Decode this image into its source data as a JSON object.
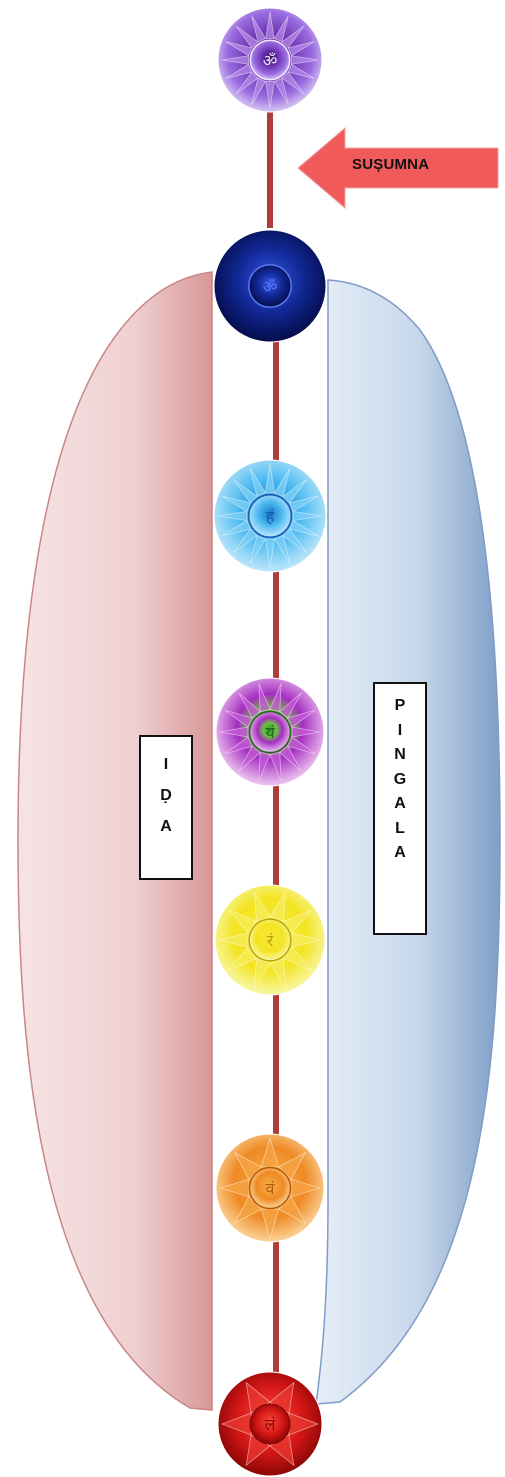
{
  "labels": {
    "susumna": "SUȘUMNA",
    "ida": [
      "I",
      "Ḍ",
      "A"
    ],
    "pingala": [
      "P",
      "I",
      "N",
      "G",
      "A",
      "L",
      "A"
    ]
  },
  "colors": {
    "ida_channel": "#e8b9bb",
    "pingala_channel": "#b6cbe3",
    "spine": "#b03c38",
    "arrow": "#f15a5a"
  },
  "chakras": [
    {
      "icon": "crown-chakra-icon",
      "symbol": "ॐ",
      "color": "#8a4fd0"
    },
    {
      "icon": "third-eye-chakra-icon",
      "symbol": "ॐ",
      "color": "#1a2a9a"
    },
    {
      "icon": "throat-chakra-icon",
      "symbol": "हं",
      "color": "#3aa7e4"
    },
    {
      "icon": "heart-chakra-icon",
      "symbol": "यं",
      "color": "#b23ec8"
    },
    {
      "icon": "solar-plexus-chakra-icon",
      "symbol": "रं",
      "color": "#f1e421"
    },
    {
      "icon": "sacral-chakra-icon",
      "symbol": "वं",
      "color": "#f08a28"
    },
    {
      "icon": "root-chakra-icon",
      "symbol": "लं",
      "color": "#d11a1a"
    }
  ]
}
